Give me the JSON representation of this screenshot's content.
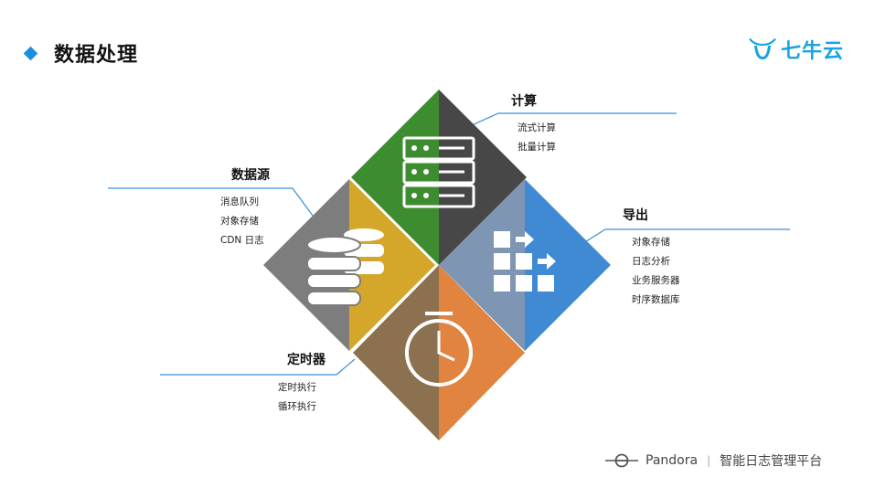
{
  "header": {
    "title": "数据处理"
  },
  "logo": {
    "text": "七牛云"
  },
  "sections": {
    "compute": {
      "title": "计算",
      "items": [
        "流式计算",
        "批量计算"
      ]
    },
    "source": {
      "title": "数据源",
      "items": [
        "消息队列",
        "对象存储",
        "CDN 日志"
      ]
    },
    "export": {
      "title": "导出",
      "items": [
        "对象存储",
        "日志分析",
        "业务服务器",
        "时序数据库"
      ]
    },
    "timer": {
      "title": "定时器",
      "items": [
        "定时执行",
        "循环执行"
      ]
    }
  },
  "footer": {
    "brand": "Pandora",
    "separator": "|",
    "subtitle": "智能日志管理平台"
  },
  "colors": {
    "accent": "#1a8fe0",
    "compute_left": "#3d8c2f",
    "compute_right": "#474747",
    "source_left": "#7d7d7d",
    "source_right": "#d4a72b",
    "export_left": "#7f95b4",
    "export_right": "#3f8ad3",
    "timer_left": "#8c7150",
    "timer_right": "#e0843f"
  }
}
